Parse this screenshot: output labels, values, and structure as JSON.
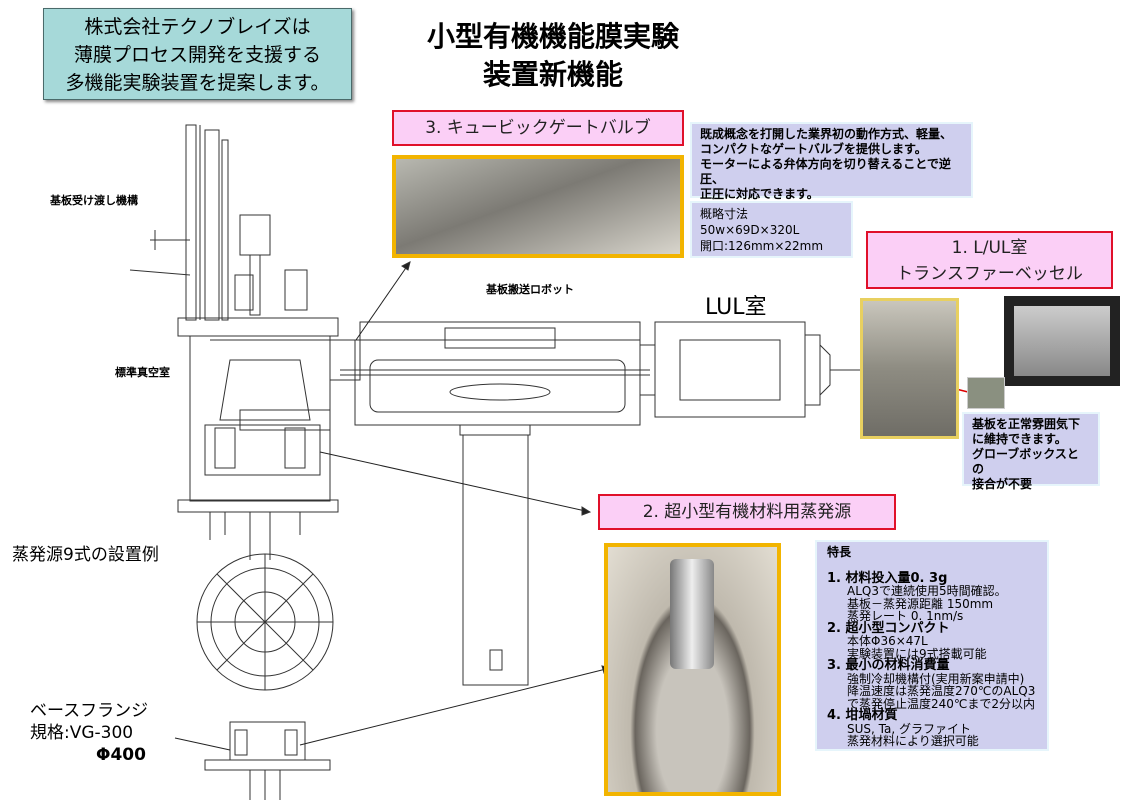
{
  "intro": {
    "lines": [
      "株式会社テクノブレイズは",
      "薄膜プロセス開発を支援する",
      "多機能実験装置を提案します。"
    ]
  },
  "title": {
    "lines": [
      "小型有機機能膜実験",
      "装置新機能"
    ]
  },
  "gate_valve": {
    "heading": "3. キュービックゲートバルブ",
    "description": [
      "既成概念を打開した業界初の動作方式、軽量、",
      "コンパクトなゲートバルブを提供します。",
      "モーターによる弁体方向を切り替えることで逆圧、",
      "正圧に対応できます。"
    ],
    "dimensions": [
      "概略寸法",
      "50w×69D×320L",
      "開口:126mm×22mm"
    ]
  },
  "lul": {
    "heading": [
      "1. L/UL室",
      "トランスファーベッセル"
    ],
    "label": "LUL室",
    "note": [
      "基板を正常雰囲気下",
      "に維持できます。",
      "グローブボックスとの",
      "接合が不要"
    ]
  },
  "drawing_labels": {
    "transfer": "基板受け渡し機構",
    "robot": "基板搬送ロボット",
    "chamber": "標準真空室"
  },
  "evaporator": {
    "heading": "2. 超小型有機材料用蒸発源",
    "example": "蒸発源9式の設置例",
    "flange": [
      "ベースフランジ",
      "規格:VG-300",
      "Φ400"
    ],
    "features_title": "特長",
    "features": [
      {
        "head": "1. 材料投入量0. 3g",
        "lines": [
          "ALQ3で連続使用5時間確認。",
          "基板－蒸発源距離 150mm",
          "蒸発レート 0. 1nm/s"
        ]
      },
      {
        "head": "2. 超小型コンパクト",
        "lines": [
          "本体Φ36×47L",
          "実験装置には9式搭載可能"
        ]
      },
      {
        "head": "3. 最小の材料消費量",
        "lines": [
          "強制冷却機構付(実用新案申請中)",
          "降温速度は蒸発温度270℃のALQ3",
          "で蒸発停止温度240℃まで2分以内"
        ]
      },
      {
        "head": "4. 坩堝材質",
        "lines": [
          "SUS, Ta, グラファイト",
          "蒸発材料により選択可能"
        ]
      }
    ]
  }
}
